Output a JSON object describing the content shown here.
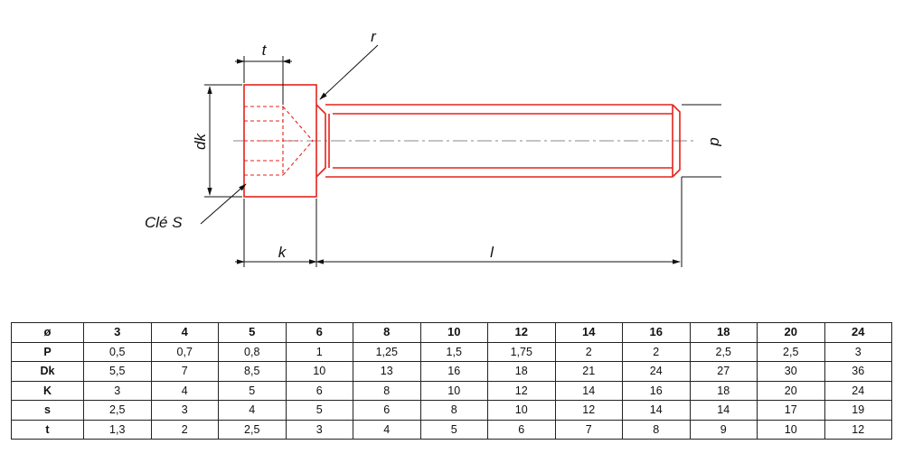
{
  "drawing": {
    "labels": {
      "t": "t",
      "r": "r",
      "dk": "dk",
      "d": "d",
      "key": "Clé S",
      "k": "k",
      "l": "l"
    },
    "colors": {
      "part": "#e5231b",
      "dimension": "#111111",
      "axis": "#888888"
    }
  },
  "table": {
    "header": [
      "ø",
      "3",
      "4",
      "5",
      "6",
      "8",
      "10",
      "12",
      "14",
      "16",
      "18",
      "20",
      "24"
    ],
    "rows": [
      {
        "label": "P",
        "values": [
          "0,5",
          "0,7",
          "0,8",
          "1",
          "1,25",
          "1,5",
          "1,75",
          "2",
          "2",
          "2,5",
          "2,5",
          "3"
        ]
      },
      {
        "label": "Dk",
        "values": [
          "5,5",
          "7",
          "8,5",
          "10",
          "13",
          "16",
          "18",
          "21",
          "24",
          "27",
          "30",
          "36"
        ]
      },
      {
        "label": "K",
        "values": [
          "3",
          "4",
          "5",
          "6",
          "8",
          "10",
          "12",
          "14",
          "16",
          "18",
          "20",
          "24"
        ]
      },
      {
        "label": "s",
        "values": [
          "2,5",
          "3",
          "4",
          "5",
          "6",
          "8",
          "10",
          "12",
          "14",
          "14",
          "17",
          "19"
        ]
      },
      {
        "label": "t",
        "values": [
          "1,3",
          "2",
          "2,5",
          "3",
          "4",
          "5",
          "6",
          "7",
          "8",
          "9",
          "10",
          "12"
        ]
      }
    ]
  }
}
